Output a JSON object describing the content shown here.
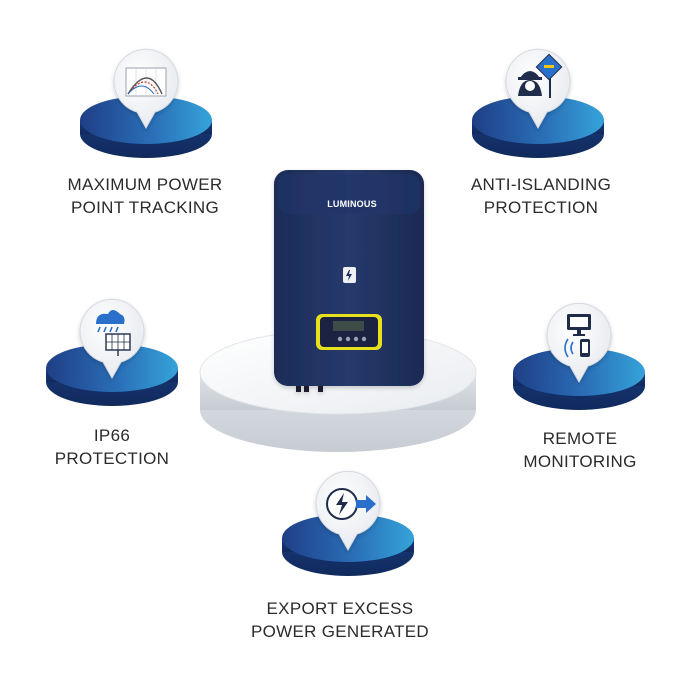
{
  "brand": {
    "name": "LUMINOUS"
  },
  "colors": {
    "pedestal_dark": "#1e3f84",
    "pedestal_light": "#2f8bd0",
    "pedestal_side": "#15356e",
    "inverter_body": "#1d2f5c",
    "display_frame": "#e7e01c"
  },
  "features": [
    {
      "id": "mppt",
      "icon": "power-curve-chart-icon",
      "lines": [
        "MAXIMUM POWER",
        "POINT TRACKING"
      ]
    },
    {
      "id": "anti_islanding",
      "icon": "worker-warning-sign-icon",
      "lines": [
        "ANTI-ISLANDING",
        "PROTECTION"
      ]
    },
    {
      "id": "ip66",
      "icon": "solar-panel-rain-icon",
      "lines": [
        "IP66",
        "PROTECTION"
      ]
    },
    {
      "id": "remote",
      "icon": "monitor-phone-wireless-icon",
      "lines": [
        "REMOTE",
        "MONITORING"
      ]
    },
    {
      "id": "export",
      "icon": "lightning-export-arrow-icon",
      "lines": [
        "EXPORT EXCESS",
        "POWER GENERATED"
      ]
    }
  ]
}
